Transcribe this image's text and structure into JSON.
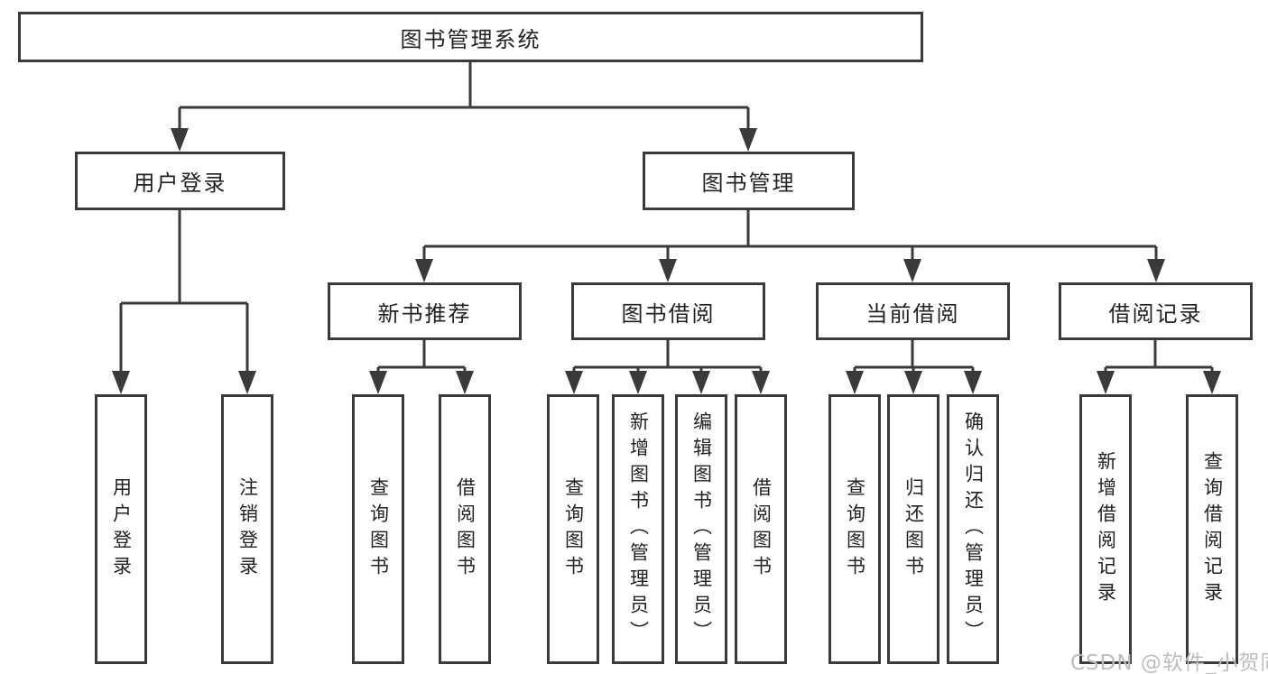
{
  "diagram": {
    "type": "tree",
    "root": {
      "label": "图书管理系统"
    },
    "level2": [
      {
        "label": "用户登录",
        "parent": "图书管理系统"
      },
      {
        "label": "图书管理",
        "parent": "图书管理系统"
      }
    ],
    "level3": [
      {
        "label": "新书推荐",
        "parent": "图书管理"
      },
      {
        "label": "图书借阅",
        "parent": "图书管理"
      },
      {
        "label": "当前借阅",
        "parent": "图书管理"
      },
      {
        "label": "借阅记录",
        "parent": "图书管理"
      }
    ],
    "leaves": [
      {
        "label": "用户登录",
        "parent": "用户登录"
      },
      {
        "label": "注销登录",
        "parent": "用户登录"
      },
      {
        "label": "查询图书",
        "parent": "新书推荐"
      },
      {
        "label": "借阅图书",
        "parent": "新书推荐"
      },
      {
        "label": "查询图书",
        "parent": "图书借阅"
      },
      {
        "label": "新增图书（管理员）",
        "parent": "图书借阅"
      },
      {
        "label": "编辑图书（管理员）",
        "parent": "图书借阅"
      },
      {
        "label": "借阅图书",
        "parent": "图书借阅"
      },
      {
        "label": "查询图书",
        "parent": "当前借阅"
      },
      {
        "label": "归还图书",
        "parent": "当前借阅"
      },
      {
        "label": "确认归还（管理员）",
        "parent": "当前借阅"
      },
      {
        "label": "新增借阅记录",
        "parent": "借阅记录"
      },
      {
        "label": "查询借阅记录",
        "parent": "借阅记录"
      }
    ]
  },
  "watermark": {
    "text": "CSDN @软件_小贺同学"
  },
  "colors": {
    "line": "#3a3a3a",
    "box_border": "#3a3a3a",
    "text": "#222222",
    "watermark": "#bdbdbd",
    "background": "#ffffff"
  }
}
